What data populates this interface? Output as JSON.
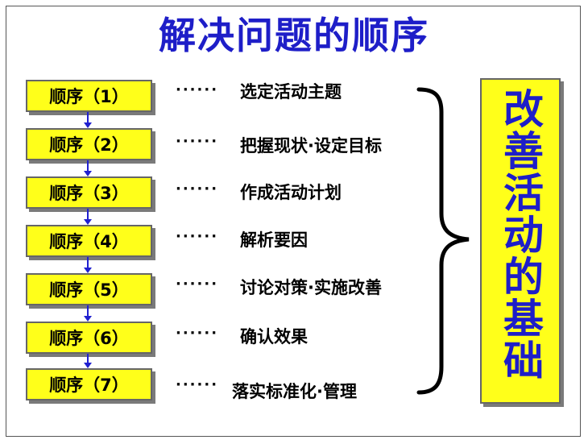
{
  "title": "解决问题的顺序",
  "steps": [
    {
      "label": "顺序（1）",
      "dots": "······",
      "text": "选定活动主题"
    },
    {
      "label": "顺序（2）",
      "dots": "······",
      "text": "把握现状·设定目标"
    },
    {
      "label": "顺序（3）",
      "dots": "······",
      "text": "作成活动计划"
    },
    {
      "label": "顺序（4）",
      "dots": "······",
      "text": "解析要因"
    },
    {
      "label": "顺序（5）",
      "dots": "······",
      "text": "讨论对策·实施改善"
    },
    {
      "label": "顺序（6）",
      "dots": "······",
      "text": "确认效果"
    },
    {
      "label": "顺序（7）",
      "dots": "······",
      "text": "落实标准化·管理"
    }
  ],
  "foundation": "改善活动的基础",
  "colors": {
    "accent": "#1e1ec8",
    "box_fill": "#ffff1a",
    "arrow": "#2020d0"
  }
}
